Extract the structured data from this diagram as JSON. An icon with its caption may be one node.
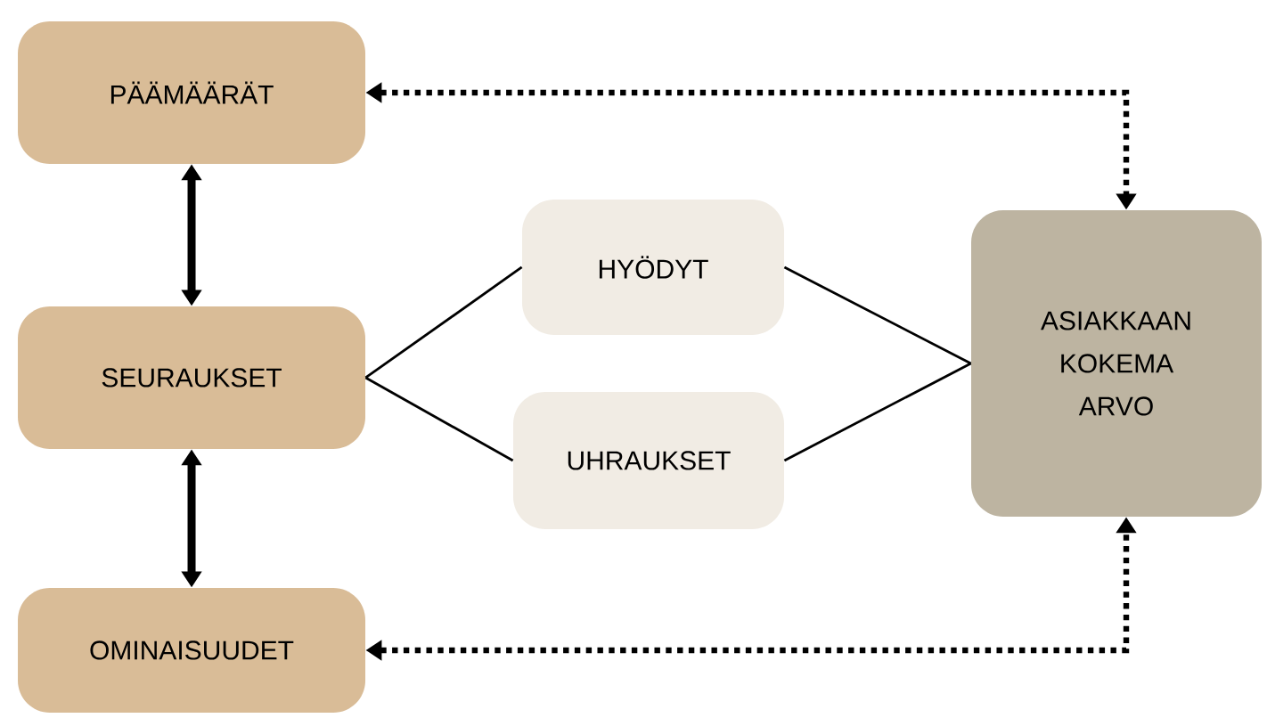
{
  "diagram": {
    "nodes": [
      {
        "text": [
          "PÄÄMÄÄRÄT"
        ]
      },
      {
        "text": [
          "SEURAUKSET"
        ]
      },
      {
        "text": [
          "OMINAISUUDET"
        ]
      },
      {
        "text": [
          "HYÖDYT"
        ]
      },
      {
        "text": [
          "UHRAUKSET"
        ]
      },
      {
        "text": [
          "ASIAKKAAN KOKEMA ARVO"
        ]
      }
    ],
    "edges": [
      {
        "from": 0,
        "to": 1,
        "arrow": "both",
        "style": "thick"
      },
      {
        "from": 1,
        "to": 2,
        "arrow": "both",
        "style": "thick"
      },
      {
        "from": 0,
        "to": 5,
        "arrow": "both",
        "style": "dashed"
      },
      {
        "from": 2,
        "to": 5,
        "arrow": "both",
        "style": "dashed"
      },
      {
        "from": 1,
        "to": 3,
        "arrow": "none"
      },
      {
        "from": 1,
        "to": 4,
        "arrow": "none"
      },
      {
        "from": 3,
        "to": 5,
        "arrow": "none"
      },
      {
        "from": 4,
        "to": 5,
        "arrow": "none"
      }
    ]
  }
}
